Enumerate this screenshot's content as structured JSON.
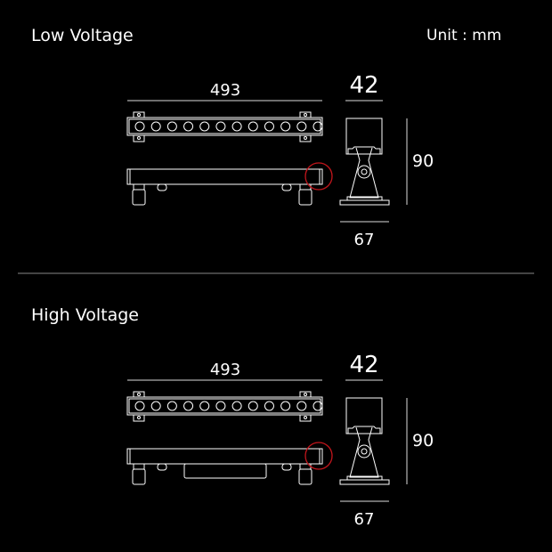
{
  "unit_label": "Unit : mm",
  "accent_color": "#c4161c",
  "sections": [
    {
      "title": "Low Voltage",
      "length": "493",
      "width": "42",
      "height": "90",
      "base_width": "67",
      "led_count": 12,
      "driver_box": false
    },
    {
      "title": "High Voltage",
      "length": "493",
      "width": "42",
      "height": "90",
      "base_width": "67",
      "led_count": 12,
      "driver_box": true
    }
  ]
}
